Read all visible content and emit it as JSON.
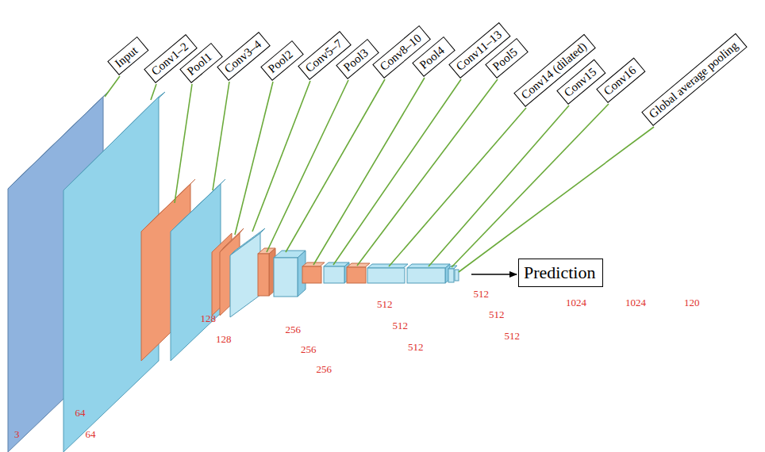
{
  "diagram": {
    "nodes": [
      {
        "text": [
          "Input"
        ]
      },
      {
        "text": [
          "Conv1–2"
        ]
      },
      {
        "text": [
          "Pool1"
        ]
      },
      {
        "text": [
          "Conv3–4"
        ]
      },
      {
        "text": [
          "Pool2"
        ]
      },
      {
        "text": [
          "Conv5–7"
        ]
      },
      {
        "text": [
          "Pool3"
        ]
      },
      {
        "text": [
          "Conv8–10"
        ]
      },
      {
        "text": [
          "Pool4"
        ]
      },
      {
        "text": [
          "Conv11–13"
        ]
      },
      {
        "text": [
          "Pool5"
        ]
      },
      {
        "text": [
          "Conv14 (dilated)"
        ]
      },
      {
        "text": [
          "Conv15"
        ]
      },
      {
        "text": [
          "Conv16"
        ]
      },
      {
        "text": [
          "Global average pooling"
        ]
      },
      {
        "text": [
          "Prediction"
        ]
      }
    ],
    "labels": [
      "3",
      "64",
      "64",
      "128",
      "128",
      "256",
      "256",
      "256",
      "512",
      "512",
      "512",
      "512",
      "512",
      "512",
      "1024",
      "1024",
      "120"
    ]
  }
}
